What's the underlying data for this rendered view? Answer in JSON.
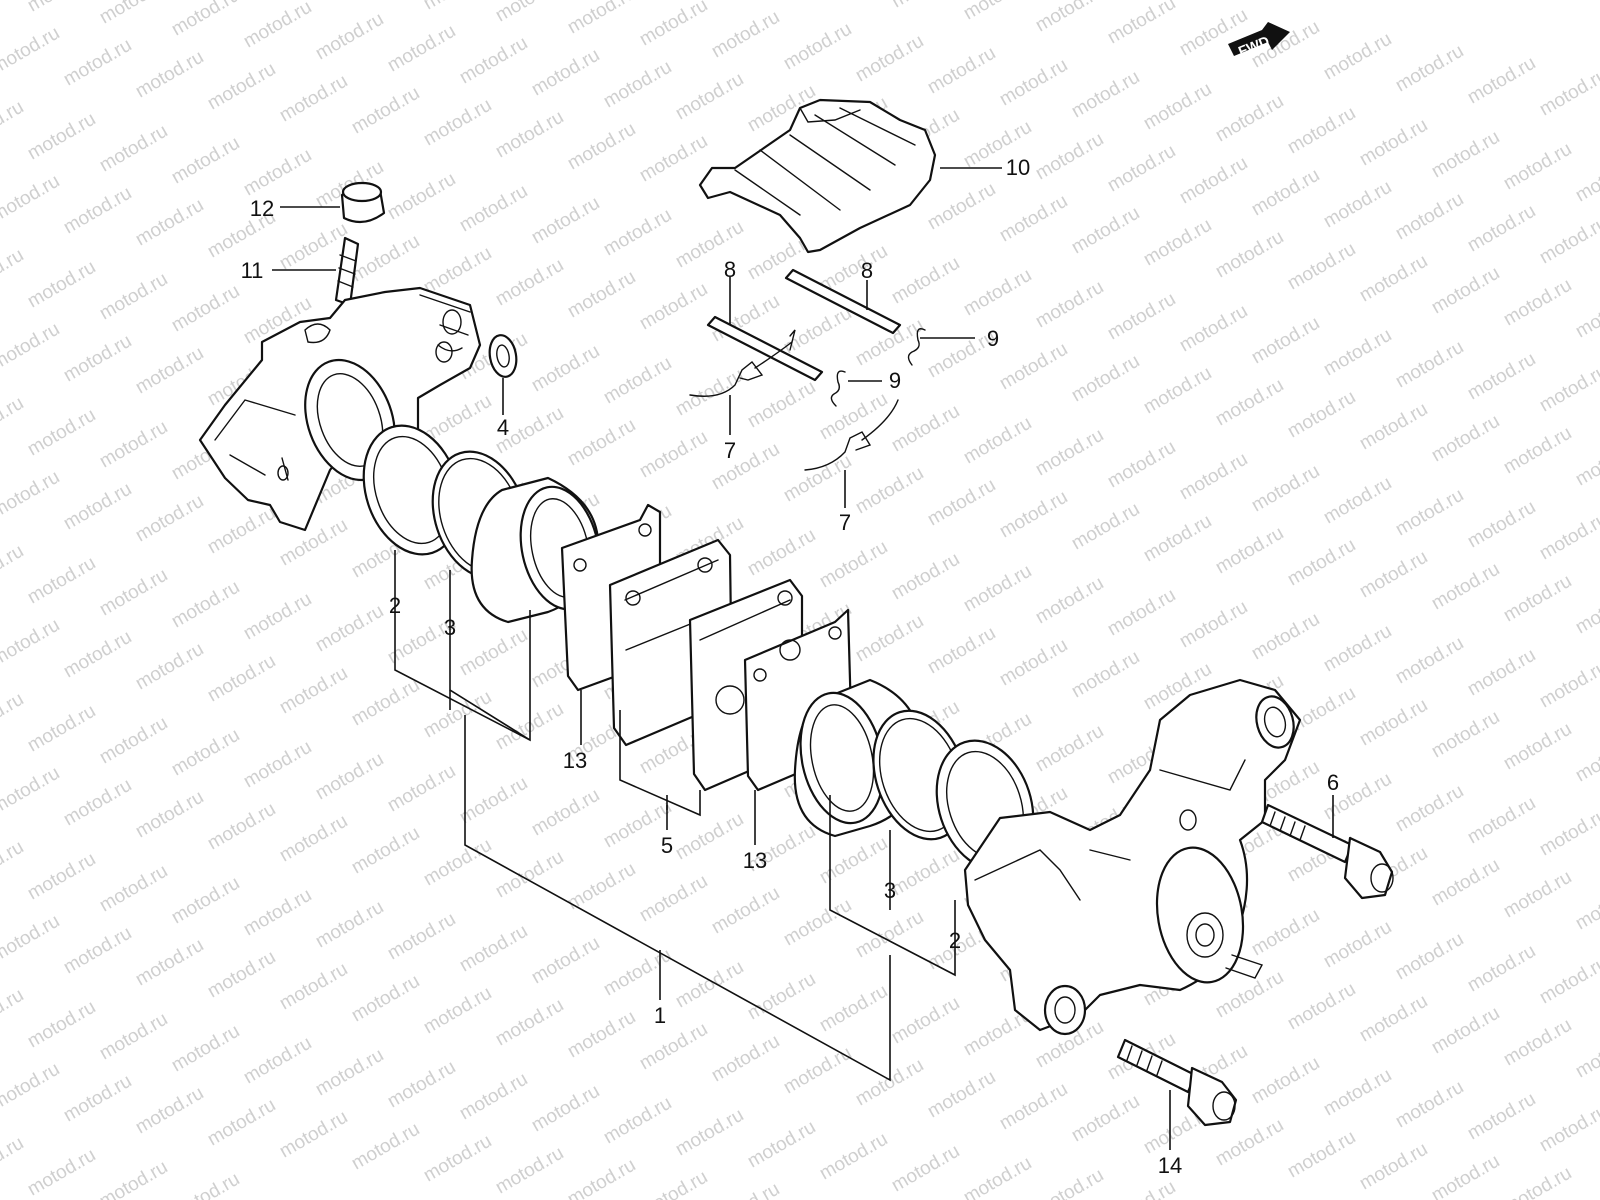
{
  "watermark": {
    "text": "motod.ru"
  },
  "forward_indicator": {
    "text": "FWD"
  },
  "callouts": {
    "c1": "1",
    "c2a": "2",
    "c2b": "2",
    "c3a": "3",
    "c3b": "3",
    "c4": "4",
    "c5": "5",
    "c6": "6",
    "c7a": "7",
    "c7b": "7",
    "c8a": "8",
    "c8b": "8",
    "c9a": "9",
    "c9b": "9",
    "c10": "10",
    "c11": "11",
    "c12": "12",
    "c13a": "13",
    "c13b": "13",
    "c14": "14"
  },
  "colors": {
    "line": "#111111",
    "watermark": "#cfcfcf",
    "background": "#ffffff"
  }
}
